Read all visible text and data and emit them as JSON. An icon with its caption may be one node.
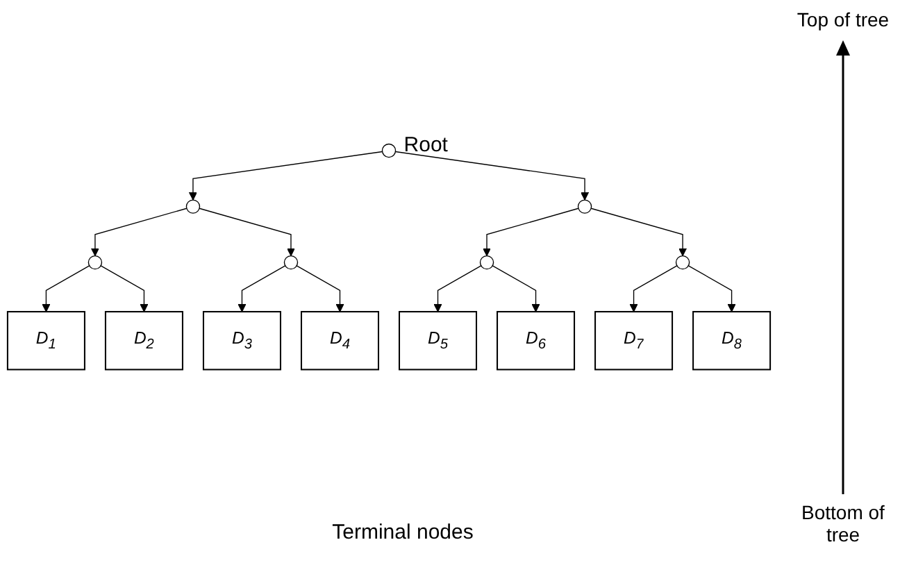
{
  "diagram": {
    "nodes": [
      {
        "text": [],
        "shape": "circle",
        "beside": [
          "Root"
        ]
      },
      {
        "text": [],
        "shape": "circle"
      },
      {
        "text": [],
        "shape": "circle"
      },
      {
        "text": [],
        "shape": "circle"
      },
      {
        "text": [],
        "shape": "circle"
      },
      {
        "text": [],
        "shape": "circle"
      },
      {
        "text": [],
        "shape": "circle"
      },
      {
        "text": [
          "D$_{1}$"
        ]
      },
      {
        "text": [
          "D$_{2}$"
        ]
      },
      {
        "text": [
          "D$_{3}$"
        ]
      },
      {
        "text": [
          "D$_{4}$"
        ]
      },
      {
        "text": [
          "D$_{5}$"
        ]
      },
      {
        "text": [
          "D$_{6}$"
        ]
      },
      {
        "text": [
          "D$_{7}$"
        ]
      },
      {
        "text": [
          "D$_{8}$"
        ]
      }
    ],
    "edges": [
      {
        "from": 0,
        "to": 1,
        "arrow": "to"
      },
      {
        "from": 0,
        "to": 2,
        "arrow": "to"
      },
      {
        "from": 1,
        "to": 3,
        "arrow": "to"
      },
      {
        "from": 1,
        "to": 4,
        "arrow": "to"
      },
      {
        "from": 2,
        "to": 5,
        "arrow": "to"
      },
      {
        "from": 2,
        "to": 6,
        "arrow": "to"
      },
      {
        "from": 3,
        "to": 7,
        "arrow": "to"
      },
      {
        "from": 3,
        "to": 8,
        "arrow": "to"
      },
      {
        "from": 4,
        "to": 9,
        "arrow": "to"
      },
      {
        "from": 4,
        "to": 10,
        "arrow": "to"
      },
      {
        "from": 5,
        "to": 11,
        "arrow": "to"
      },
      {
        "from": 5,
        "to": 12,
        "arrow": "to"
      },
      {
        "from": 6,
        "to": 13,
        "arrow": "to"
      },
      {
        "from": 6,
        "to": 14,
        "arrow": "to"
      }
    ],
    "labels": [
      "Top of tree",
      "Terminal nodes",
      "Bottom of tree"
    ]
  }
}
